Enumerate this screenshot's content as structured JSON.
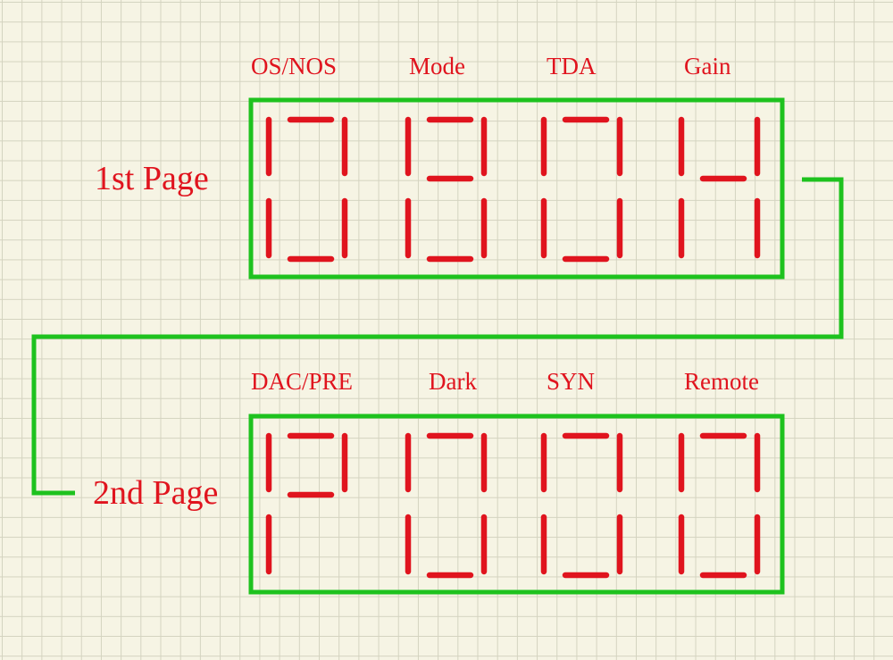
{
  "pages": [
    {
      "label": "1st Page",
      "fields": [
        {
          "label": "OS/NOS",
          "digit": "0"
        },
        {
          "label": "Mode",
          "digit": "8"
        },
        {
          "label": "TDA",
          "digit": "0"
        },
        {
          "label": "Gain",
          "digit": "H"
        }
      ]
    },
    {
      "label": "2nd Page",
      "fields": [
        {
          "label": "DAC/PRE",
          "digit": "P"
        },
        {
          "label": "Dark",
          "digit": "0"
        },
        {
          "label": "SYN",
          "digit": "0"
        },
        {
          "label": "Remote",
          "digit": "0"
        }
      ]
    }
  ],
  "colors": {
    "segment": "#e0141e",
    "frame": "#1ec21e",
    "text": "#e0141e",
    "background": "#f6f4e4",
    "grid": "#d4d3c0"
  }
}
